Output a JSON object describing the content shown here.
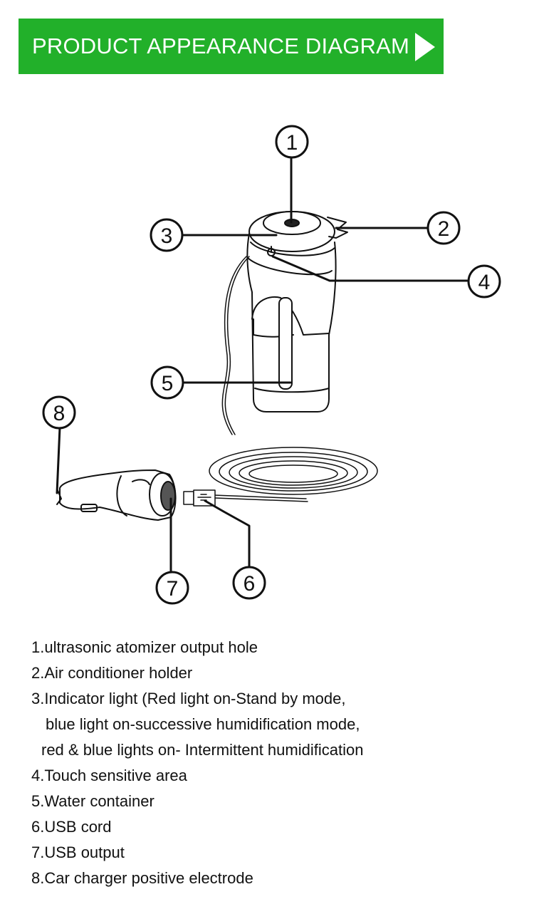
{
  "header": {
    "title": "PRODUCT APPEARANCE DIAGRAM",
    "accent_color": "#22b02a",
    "arrow_icon": "play-triangle-icon"
  },
  "callouts": [
    "1",
    "2",
    "3",
    "4",
    "5",
    "6",
    "7",
    "8"
  ],
  "legend": {
    "item_1": "1.ultrasonic atomizer output hole",
    "item_2": "2.Air conditioner holder",
    "item_3_line1": "3.Indicator light (Red light on-Stand by mode,",
    "item_3_line2": "blue light on-successive humidification mode,",
    "item_3_line3": "red & blue lights on- Intermittent humidification",
    "item_4": "4.Touch sensitive area",
    "item_5": "5.Water container",
    "item_6": "6.USB cord",
    "item_7": "7.USB output",
    "item_8": "8.Car charger positive electrode"
  }
}
